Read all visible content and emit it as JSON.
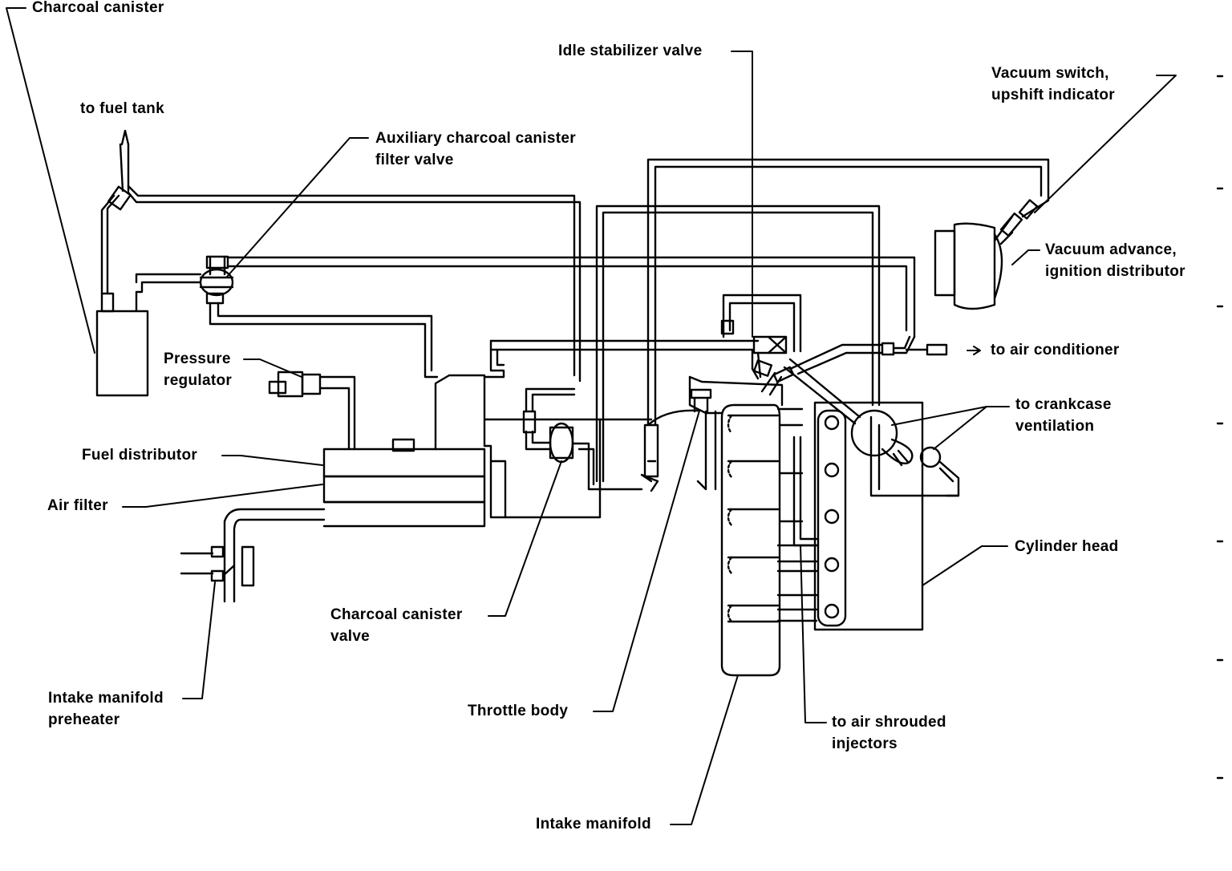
{
  "labels": {
    "charcoal_canister": "Charcoal canister",
    "to_fuel_tank": "to fuel tank",
    "aux_canister_valve": [
      "Auxiliary charcoal canister",
      "filter valve"
    ],
    "idle_stabilizer_valve": "Idle stabilizer valve",
    "vacuum_switch": [
      "Vacuum switch,",
      "upshift indicator"
    ],
    "vacuum_advance": [
      "Vacuum advance,",
      "ignition distributor"
    ],
    "pressure_regulator": [
      "Pressure",
      "regulator"
    ],
    "to_air_conditioner": "to air conditioner",
    "to_crankcase_ventilation": [
      "to crankcase",
      "ventilation"
    ],
    "fuel_distributor": "Fuel distributor",
    "air_filter": "Air filter",
    "cylinder_head": "Cylinder head",
    "charcoal_canister_valve": [
      "Charcoal canister",
      "valve"
    ],
    "intake_manifold_preheater": [
      "Intake manifold",
      "preheater"
    ],
    "throttle_body": "Throttle body",
    "to_air_shrouded_injectors": [
      "to air shrouded",
      "injectors"
    ],
    "intake_manifold": "Intake manifold"
  }
}
